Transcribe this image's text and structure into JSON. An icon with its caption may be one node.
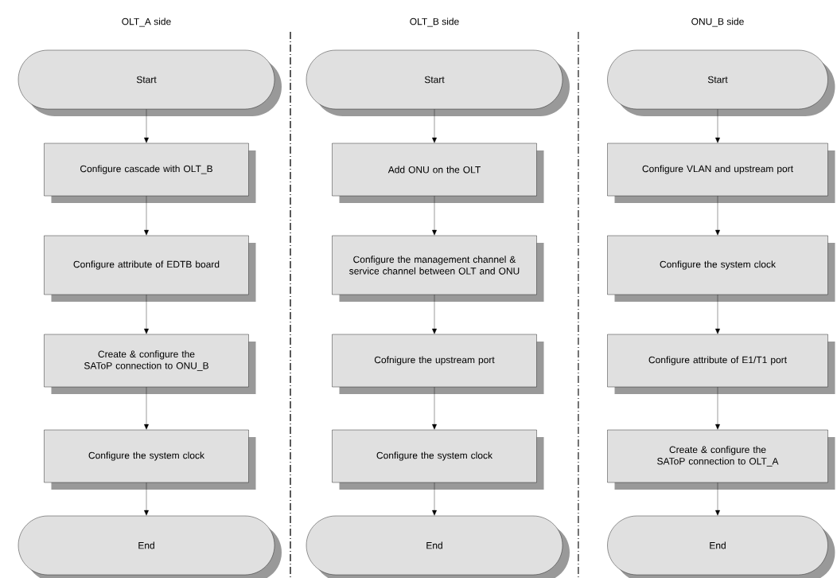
{
  "diagram": {
    "nodes": [
      {
        "text": [
          "Start"
        ]
      },
      {
        "text": [
          "Configure cascade with OLT_B"
        ]
      },
      {
        "text": [
          "Configure attribute of EDTB board"
        ]
      },
      {
        "text": [
          "Create & configure the SAToP connection to ONU_B"
        ]
      },
      {
        "text": [
          "Configure the system clock"
        ]
      },
      {
        "text": [
          "End"
        ]
      },
      {
        "text": [
          "Start"
        ]
      },
      {
        "text": [
          "Add ONU on the OLT"
        ]
      },
      {
        "text": [
          "Configure the management channel & service channel between OLT and ONU"
        ]
      },
      {
        "text": [
          "Cofnigure the upstream port"
        ]
      },
      {
        "text": [
          "Configure the system clock"
        ]
      },
      {
        "text": [
          "End"
        ]
      },
      {
        "text": [
          "Start"
        ]
      },
      {
        "text": [
          "Configure VLAN and upstream port"
        ]
      },
      {
        "text": [
          "Configure the system clock"
        ]
      },
      {
        "text": [
          "Configure attribute of E1/T1 port"
        ]
      },
      {
        "text": [
          "Create & configure the SAToP connection to OLT_A"
        ]
      },
      {
        "text": [
          "End"
        ]
      }
    ],
    "edges": [
      {
        "from": 0,
        "to": 1,
        "arrow": "to"
      },
      {
        "from": 1,
        "to": 2,
        "arrow": "to"
      },
      {
        "from": 2,
        "to": 3,
        "arrow": "to"
      },
      {
        "from": 3,
        "to": 4,
        "arrow": "to"
      },
      {
        "from": 4,
        "to": 5,
        "arrow": "to"
      },
      {
        "from": 6,
        "to": 7,
        "arrow": "to"
      },
      {
        "from": 7,
        "to": 8,
        "arrow": "to"
      },
      {
        "from": 8,
        "to": 9,
        "arrow": "to"
      },
      {
        "from": 9,
        "to": 10,
        "arrow": "to"
      },
      {
        "from": 10,
        "to": 11,
        "arrow": "to"
      },
      {
        "from": 12,
        "to": 13,
        "arrow": "to"
      },
      {
        "from": 13,
        "to": 14,
        "arrow": "to"
      },
      {
        "from": 14,
        "to": 15,
        "arrow": "to"
      },
      {
        "from": 15,
        "to": 16,
        "arrow": "to"
      },
      {
        "from": 16,
        "to": 17,
        "arrow": "to"
      }
    ],
    "labels": [
      "OLT_A side",
      "OLT_B side",
      "ONU_B side"
    ]
  }
}
